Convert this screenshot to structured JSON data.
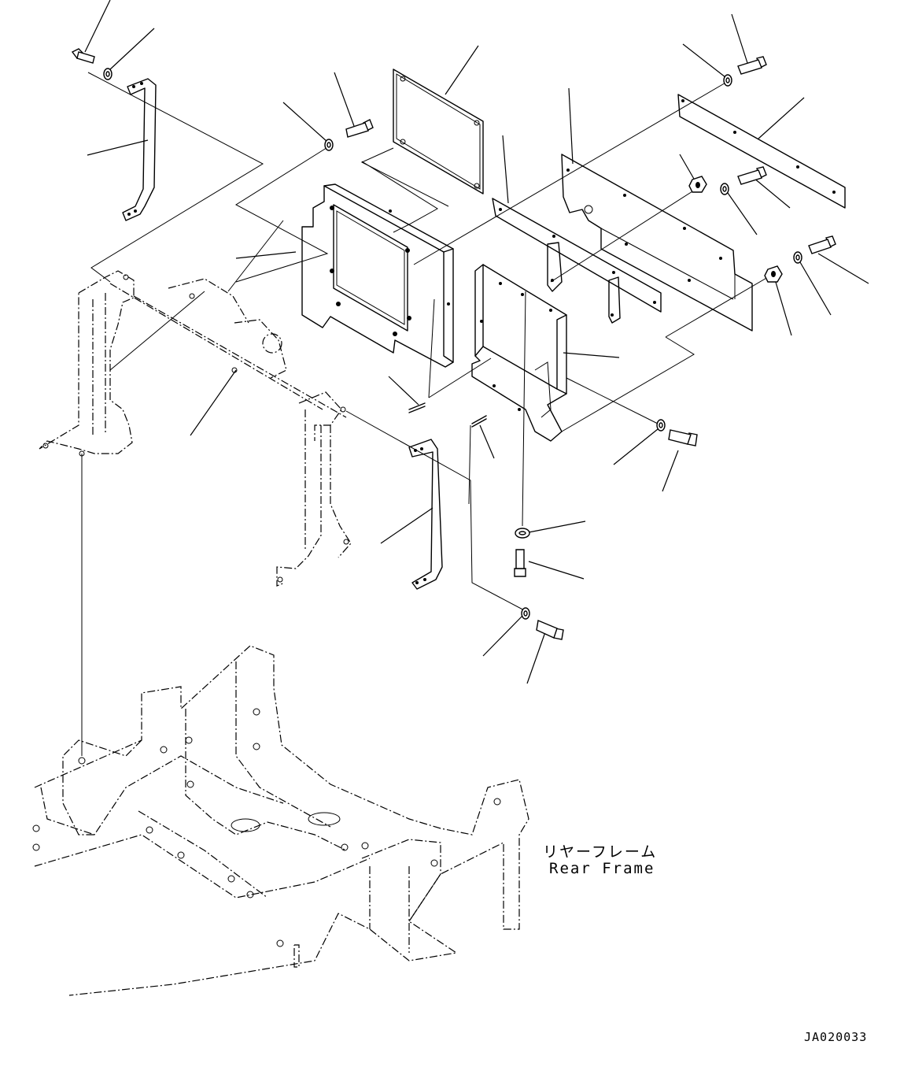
{
  "callout": {
    "rear_frame_jp": "リヤーフレーム",
    "rear_frame_en": "Rear Frame"
  },
  "drawing_code": "JA020033",
  "colors": {
    "ink": "#000000",
    "paper": "#ffffff"
  },
  "icons": [
    "bolt-icon",
    "washer-icon",
    "nut-icon",
    "pin-icon"
  ]
}
